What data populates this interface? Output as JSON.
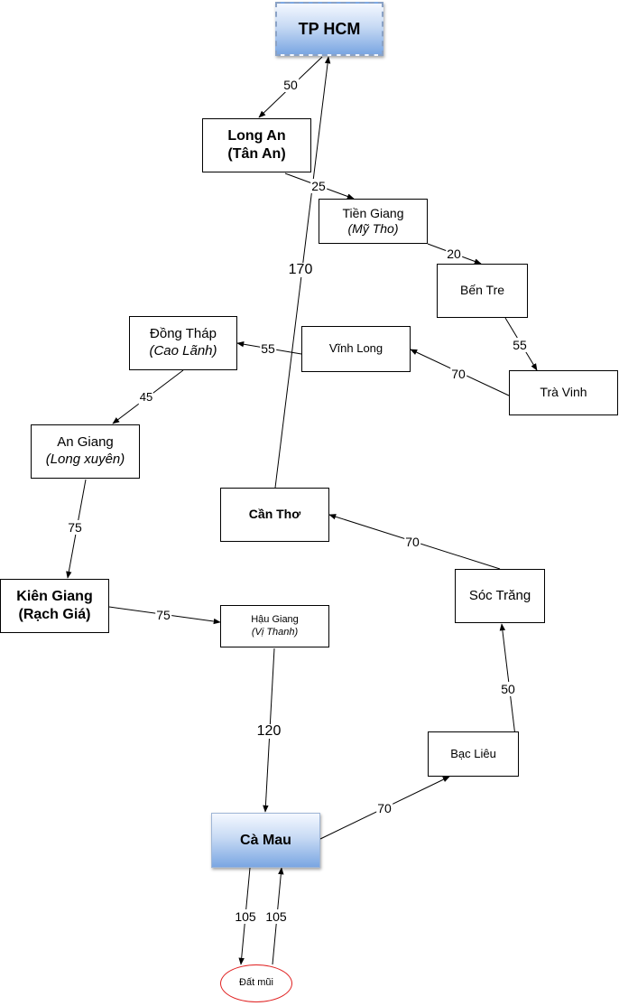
{
  "nodes": {
    "tphcm": {
      "title": "TP HCM"
    },
    "longan": {
      "title": "Long An",
      "sub": "(Tân An)"
    },
    "tiengiang": {
      "title": "Tiền Giang",
      "sub": "(Mỹ Tho)"
    },
    "bentre": {
      "title": "Bến Tre"
    },
    "travinh": {
      "title": "Trà Vinh"
    },
    "vinhlong": {
      "title": "Vĩnh Long"
    },
    "dongthap": {
      "title": "Đồng Tháp",
      "sub": "(Cao Lãnh)"
    },
    "angiang": {
      "title": "An Giang",
      "sub": "(Long xuyên)"
    },
    "cantho": {
      "title": "Cần Thơ"
    },
    "kiengiang": {
      "title": "Kiên Giang",
      "sub": "(Rạch Giá)"
    },
    "haugiang": {
      "title": "Hậu Giang",
      "sub": "(Vị Thanh)"
    },
    "soctrang": {
      "title": "Sóc Trăng"
    },
    "baclieu": {
      "title": "Bạc Liêu"
    },
    "camau": {
      "title": "Cà Mau"
    },
    "datmui": {
      "title": "Đất mũi"
    }
  },
  "edges": [
    {
      "id": "tphcm-longan",
      "label": "50"
    },
    {
      "id": "longan-tiengiang",
      "label": "25"
    },
    {
      "id": "tiengiang-bentre",
      "label": "20"
    },
    {
      "id": "bentre-travinh",
      "label": "55"
    },
    {
      "id": "travinh-vinhlong",
      "label": "70"
    },
    {
      "id": "vinhlong-dongthap",
      "label": "55"
    },
    {
      "id": "dongthap-angiang",
      "label": "45"
    },
    {
      "id": "angiang-kiengiang",
      "label": "75"
    },
    {
      "id": "kiengiang-haugiang",
      "label": "75"
    },
    {
      "id": "haugiang-camau",
      "label": "120"
    },
    {
      "id": "camau-baclieu",
      "label": "70"
    },
    {
      "id": "baclieu-soctrang",
      "label": "50"
    },
    {
      "id": "soctrang-cantho",
      "label": "70"
    },
    {
      "id": "cantho-tphcm",
      "label": "170"
    },
    {
      "id": "camau-datmui",
      "label": "105"
    },
    {
      "id": "datmui-camau",
      "label": "105"
    }
  ],
  "colors": {
    "edge": "#000000",
    "datmui_border": "#e02020",
    "highlight_gradient_end": "#7aa6e2"
  }
}
